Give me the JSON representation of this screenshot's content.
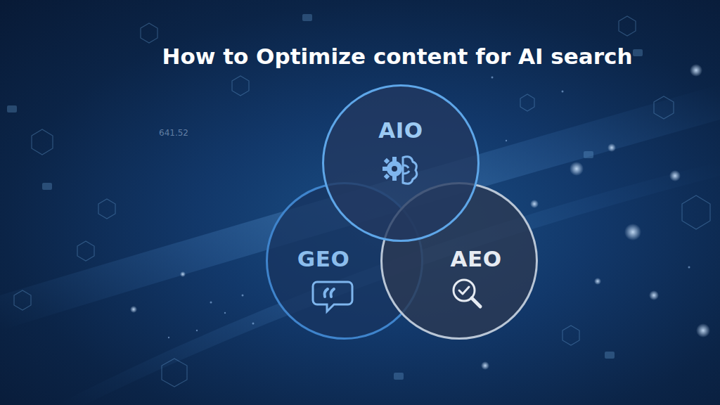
{
  "diagram": {
    "title": "How to Optimize content for AI search",
    "nodes": [
      {
        "text": [
          "AIO"
        ]
      },
      {
        "text": [
          "GEO"
        ]
      },
      {
        "text": [
          "AEO"
        ]
      }
    ],
    "labels": [
      "641.52"
    ]
  }
}
